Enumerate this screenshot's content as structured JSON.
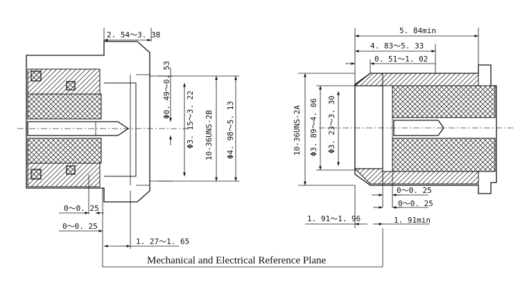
{
  "caption": "Mechanical and Electrical Reference Plane",
  "female": {
    "dims": {
      "overall": "2. 54～3. 38",
      "pin_gap_1": "0～0. 25",
      "pin_gap_2": "0～0. 25",
      "pin_depth": "1. 27～1. 65",
      "pin_dia": "Φ0. 49～0. 53",
      "inner_bore": "Φ3. 15～3. 22",
      "thread": "10-36UNS-2B",
      "outer_dia": "Φ4. 98～5. 13"
    }
  },
  "male": {
    "dims": {
      "overall": "5. 84min",
      "body": "4. 83～5. 33",
      "step": "0. 51～1. 02",
      "thread": "10-36UNS-2A",
      "outer_dia": "Φ3. 89～4. 06",
      "inner_dia": "Φ3. 23～3. 30",
      "gap_1": "0～0. 25",
      "gap_2": "0～0. 25",
      "recess": "1. 91～1. 96",
      "min_len": "1. 91min"
    }
  },
  "colors": {
    "ink": "#111111",
    "paper": "#ffffff"
  }
}
